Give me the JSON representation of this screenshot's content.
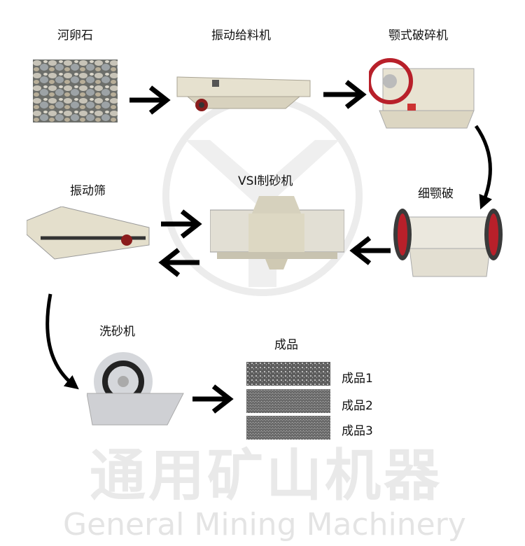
{
  "watermark": {
    "cn": "通用矿山机器",
    "en": "General Mining Machinery"
  },
  "steps": {
    "pebble": "河卵石",
    "feeder": "振动给料机",
    "jaw": "颚式破碎机",
    "fine_jaw": "细颚破",
    "vsi": "VSI制砂机",
    "screen": "振动筛",
    "washer": "洗砂机",
    "product": "成品"
  },
  "products": [
    "成品1",
    "成品2",
    "成品3"
  ],
  "colors": {
    "arrow": "#000000",
    "watermark": "#e9e9e9",
    "machine": "#e8e3d2"
  }
}
